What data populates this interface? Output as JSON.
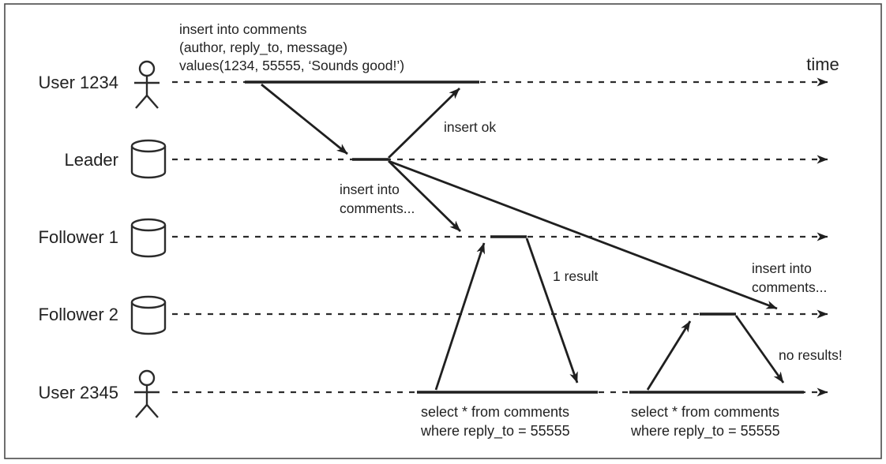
{
  "diagram": {
    "time_label": "time",
    "lanes": [
      {
        "label": "User 1234",
        "icon": "person-icon"
      },
      {
        "label": "Leader",
        "icon": "database-icon"
      },
      {
        "label": "Follower 1",
        "icon": "database-icon"
      },
      {
        "label": "Follower 2",
        "icon": "database-icon"
      },
      {
        "label": "User 2345",
        "icon": "person-icon"
      }
    ],
    "annotations": {
      "insert_statement": [
        "insert into comments",
        "(author, reply_to, message)",
        "values(1234, 55555, ‘Sounds good!’)"
      ],
      "insert_ok": "insert ok",
      "replicate_to_follower1": [
        "insert into",
        "comments..."
      ],
      "replicate_to_follower2": [
        "insert into",
        "comments..."
      ],
      "result_count": "1 result",
      "no_results": "no results!",
      "read_query_1": [
        "select * from comments",
        "where reply_to = 55555"
      ],
      "read_query_2": [
        "select * from comments",
        "where reply_to = 55555"
      ]
    },
    "colors": {
      "ink": "#222222",
      "line": "#2b2b2b",
      "background": "#ffffff",
      "border": "#4a4a4a"
    }
  }
}
